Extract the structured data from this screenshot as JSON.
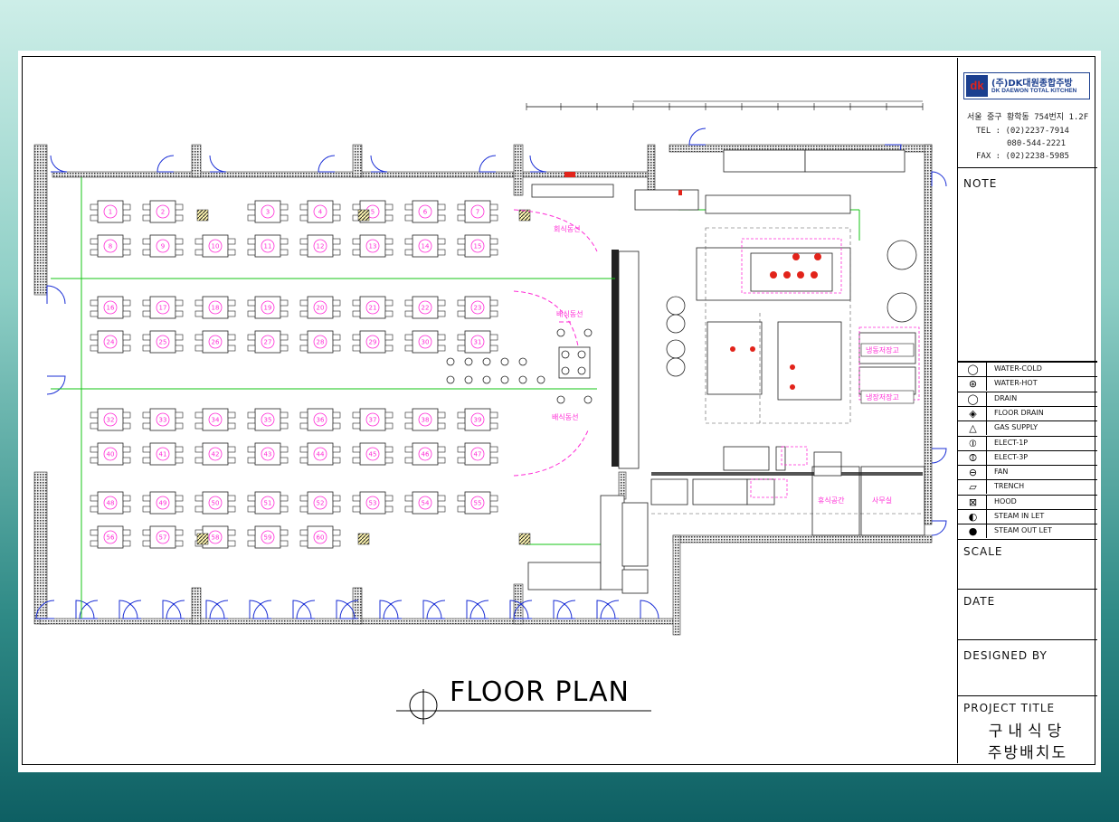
{
  "drawing": {
    "title": "FLOOR PLAN",
    "table_numbers": [
      "1",
      "2",
      "3",
      "4",
      "5",
      "6",
      "7",
      "8",
      "9",
      "10",
      "11",
      "12",
      "13",
      "14",
      "15",
      "16",
      "17",
      "18",
      "19",
      "20",
      "21",
      "22",
      "23",
      "24",
      "25",
      "26",
      "27",
      "28",
      "29",
      "30",
      "31",
      "32",
      "33",
      "34",
      "35",
      "36",
      "37",
      "38",
      "39",
      "40",
      "41",
      "42",
      "43",
      "44",
      "45",
      "46",
      "47",
      "48",
      "49",
      "50",
      "51",
      "52",
      "53",
      "54",
      "55",
      "56",
      "57",
      "58",
      "59",
      "60"
    ],
    "zone_labels": {
      "return_line": "회식동선",
      "serve_line_upper": "배식동선",
      "serve_line_lower": "배식동선",
      "cold_storage": "냉동저장고",
      "refrigerated_storage": "냉장저장고",
      "staff_room": "휴식공간",
      "office": "사무실"
    }
  },
  "company": {
    "logo_mark": "dk",
    "name": "(주)DK대원종합주방",
    "name_en": "DK DAEWON TOTAL KITCHEN",
    "address": "서울 중구 황학동 754번지 1.2F",
    "tel_1": "TEL : (02)2237-7914",
    "tel_2": "080-544-2221",
    "fax": "FAX : (02)2238-5985"
  },
  "title_block": {
    "note_label": "NOTE",
    "scale_label": "SCALE",
    "date_label": "DATE",
    "designed_by_label": "DESIGNED BY",
    "project_title_label": "PROJECT TITLE",
    "project_title_1": "구내식당",
    "project_title_2": "주방배치도"
  },
  "legend": [
    {
      "icon": "water-cold-icon",
      "label": "WATER-COLD"
    },
    {
      "icon": "water-hot-icon",
      "label": "WATER-HOT"
    },
    {
      "icon": "drain-icon",
      "label": "DRAIN"
    },
    {
      "icon": "floor-drain-icon",
      "label": "FLOOR DRAIN"
    },
    {
      "icon": "gas-supply-icon",
      "label": "GAS SUPPLY"
    },
    {
      "icon": "elect-1p-icon",
      "label": "ELECT-1P"
    },
    {
      "icon": "elect-3p-icon",
      "label": "ELECT-3P"
    },
    {
      "icon": "fan-icon",
      "label": "FAN"
    },
    {
      "icon": "trench-icon",
      "label": "TRENCH"
    },
    {
      "icon": "hood-icon",
      "label": "HOOD"
    },
    {
      "icon": "steam-in-icon",
      "label": "STEAM IN LET"
    },
    {
      "icon": "steam-out-icon",
      "label": "STEAM OUT LET"
    }
  ],
  "colors": {
    "wall": "#3a3a3a",
    "door": "#1b2fd6",
    "furniture": "#2a2a2a",
    "table_marker": "#ff2bd6",
    "utility_line": "#16c616",
    "equipment_red": "#e2231a",
    "brand": "#1b3f8f"
  }
}
